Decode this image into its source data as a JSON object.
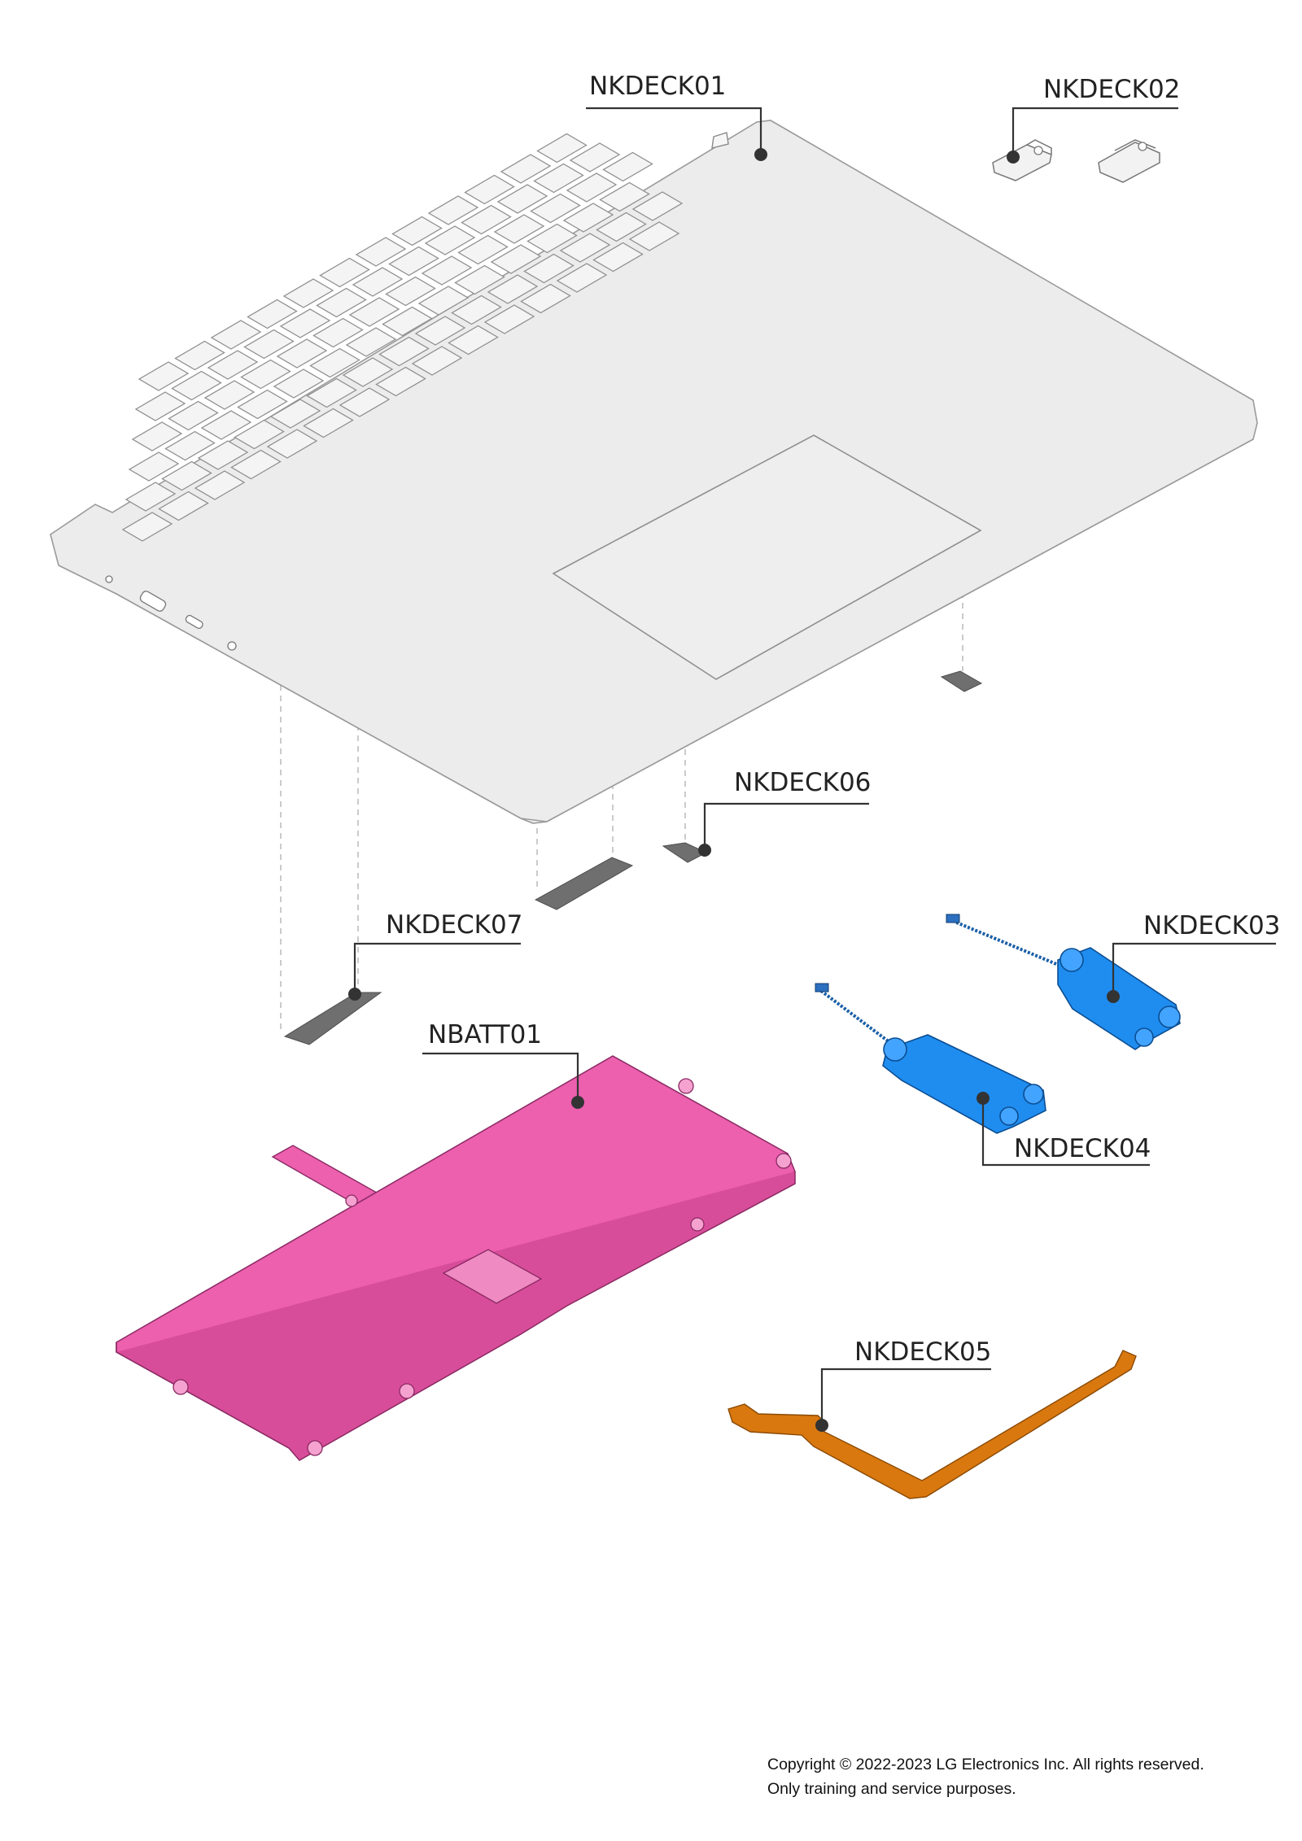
{
  "parts": [
    {
      "id": "deck",
      "label": "NKDECK01"
    },
    {
      "id": "hinge-covers",
      "label": "NKDECK02"
    },
    {
      "id": "speaker-right",
      "label": "NKDECK03"
    },
    {
      "id": "speaker-left",
      "label": "NKDECK04"
    },
    {
      "id": "fpc-cable",
      "label": "NKDECK05"
    },
    {
      "id": "tape-small",
      "label": "NKDECK06"
    },
    {
      "id": "tape-left",
      "label": "NKDECK07"
    },
    {
      "id": "battery",
      "label": "NBATT01"
    }
  ],
  "colors": {
    "deck": "#ececec",
    "battery": "#ec60ae",
    "speaker": "#1f8df0",
    "fpc": "#d9780f",
    "tape": "#6f6f6f",
    "leader": "#333333"
  },
  "copyright": {
    "line1": "Copyright © 2022-2023 LG Electronics Inc. All rights reserved.",
    "line2": "Only training and service purposes."
  }
}
